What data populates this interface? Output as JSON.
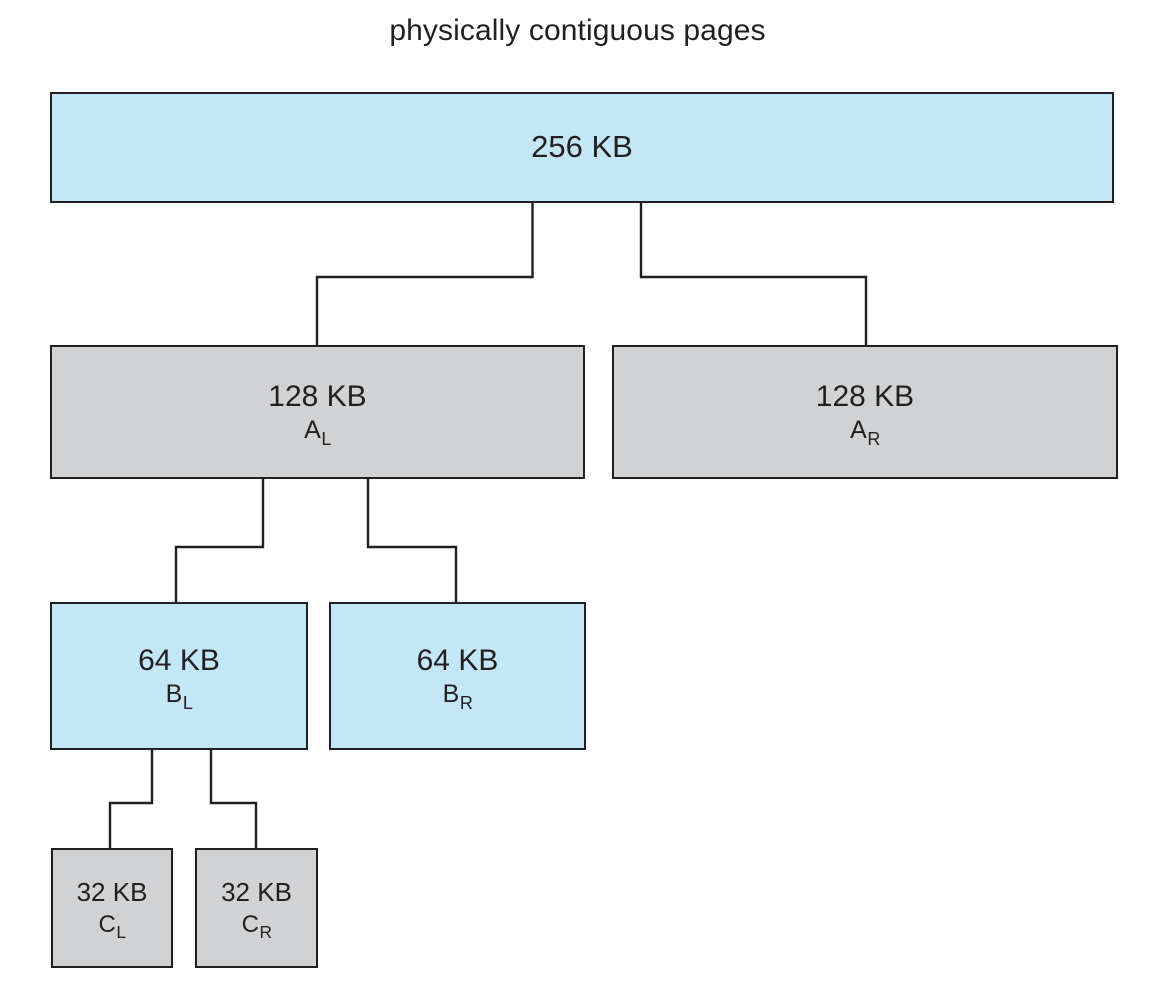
{
  "title": "physically contiguous pages",
  "colors": {
    "blue_fill": "#c4e7f8",
    "gray_fill": "#d1d2d4",
    "stroke": "#231f20",
    "background": "#ffffff",
    "text": "#231f20"
  },
  "nodes": {
    "root": {
      "size": "256 KB",
      "name": "",
      "name_base": "",
      "name_sub": "",
      "fill": "blue"
    },
    "a_left": {
      "size": "128 KB",
      "name": "AL",
      "name_base": "A",
      "name_sub": "L",
      "fill": "gray"
    },
    "a_right": {
      "size": "128 KB",
      "name": "AR",
      "name_base": "A",
      "name_sub": "R",
      "fill": "gray"
    },
    "b_left": {
      "size": "64 KB",
      "name": "BL",
      "name_base": "B",
      "name_sub": "L",
      "fill": "blue"
    },
    "b_right": {
      "size": "64 KB",
      "name": "BR",
      "name_base": "B",
      "name_sub": "R",
      "fill": "blue"
    },
    "c_left": {
      "size": "32 KB",
      "name": "CL",
      "name_base": "C",
      "name_sub": "L",
      "fill": "gray"
    },
    "c_right": {
      "size": "32 KB",
      "name": "CR",
      "name_base": "C",
      "name_sub": "R",
      "fill": "gray"
    }
  },
  "tree": {
    "description": "buddy-system memory allocation split tree",
    "edges": [
      {
        "from": "root",
        "to": "a_left"
      },
      {
        "from": "root",
        "to": "a_right"
      },
      {
        "from": "a_left",
        "to": "b_left"
      },
      {
        "from": "a_left",
        "to": "b_right"
      },
      {
        "from": "b_left",
        "to": "c_left"
      },
      {
        "from": "b_left",
        "to": "c_right"
      }
    ]
  }
}
